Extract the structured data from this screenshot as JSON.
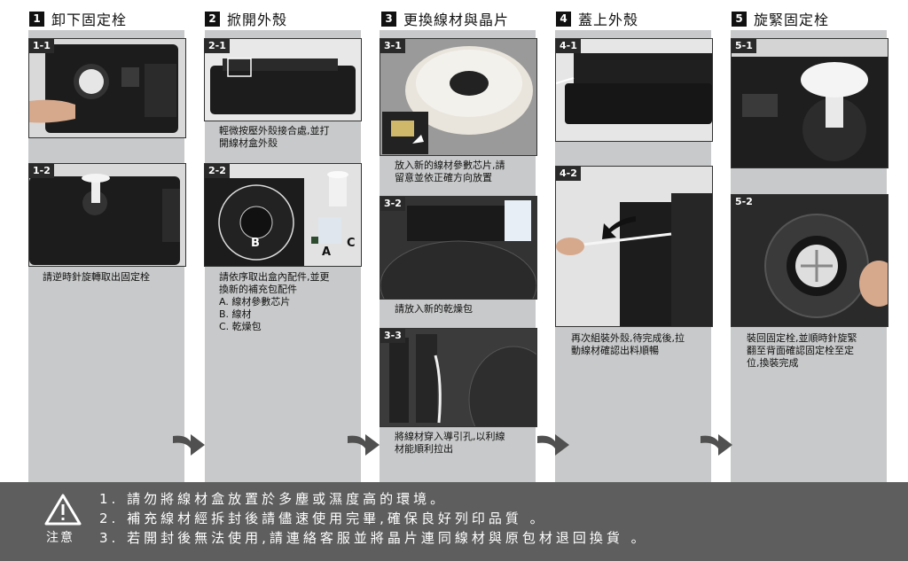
{
  "steps": [
    {
      "num": "1",
      "title": "卸下固定栓"
    },
    {
      "num": "2",
      "title": "掀開外殼"
    },
    {
      "num": "3",
      "title": "更換線材與晶片"
    },
    {
      "num": "4",
      "title": "蓋上外殼"
    },
    {
      "num": "5",
      "title": "旋緊固定栓"
    }
  ],
  "photos": {
    "p1_1": "1-1",
    "p1_2": "1-2",
    "p2_1": "2-1",
    "p2_2": "2-2",
    "p3_1": "3-1",
    "p3_2": "3-2",
    "p3_3": "3-3",
    "p4_1": "4-1",
    "p4_2": "4-2",
    "p5_1": "5-1",
    "p5_2": "5-2"
  },
  "photo_labels": {
    "b": "B",
    "a": "A",
    "c": "C"
  },
  "captions": {
    "c1_2": "請逆時針旋轉取出固定栓",
    "c2_1": "輕微按壓外殼接合處,並打\n開線材盒外殼",
    "c2_2": "請依序取出盒內配件,並更\n換新的補充包配件\nA. 線材參數芯片\nB. 線材\nC. 乾燥包",
    "c3_1": "放入新的線材參數芯片,請\n留意並依正確方向放置",
    "c3_2": "請放入新的乾燥包",
    "c3_3": "將線材穿入導引孔,以利線\n材能順利拉出",
    "c4_2": "再次組裝外殼,待完成後,拉\n動線材確認出料順暢",
    "c5_2": "裝回固定栓,並順時針旋緊\n翻至背面確認固定栓至定\n位,換裝完成"
  },
  "notes": {
    "label": "注意",
    "lines": [
      "1. 請勿將線材盒放置於多塵或濕度高的環境。",
      "2. 補充線材經拆封後請儘速使用完畢,確保良好列印品質 。",
      "3. 若開封後無法使用,請連絡客服並將晶片連同線材與原包材退回換貨 。"
    ]
  },
  "colors": {
    "column_bg": "#c8c9ca",
    "note_bg": "#5e5e5e",
    "tag_bg": "#2a2a2a"
  }
}
